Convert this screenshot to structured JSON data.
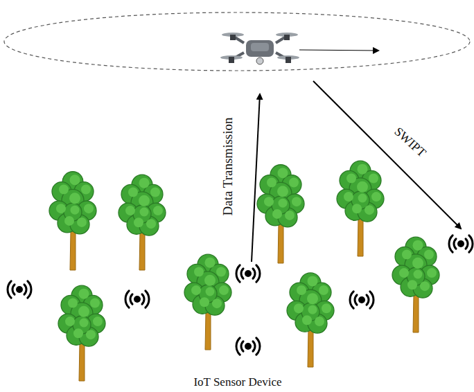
{
  "diagram": {
    "labels": [
      "Data Transmission",
      "SWIPT",
      "IoT Sensor Device"
    ]
  }
}
